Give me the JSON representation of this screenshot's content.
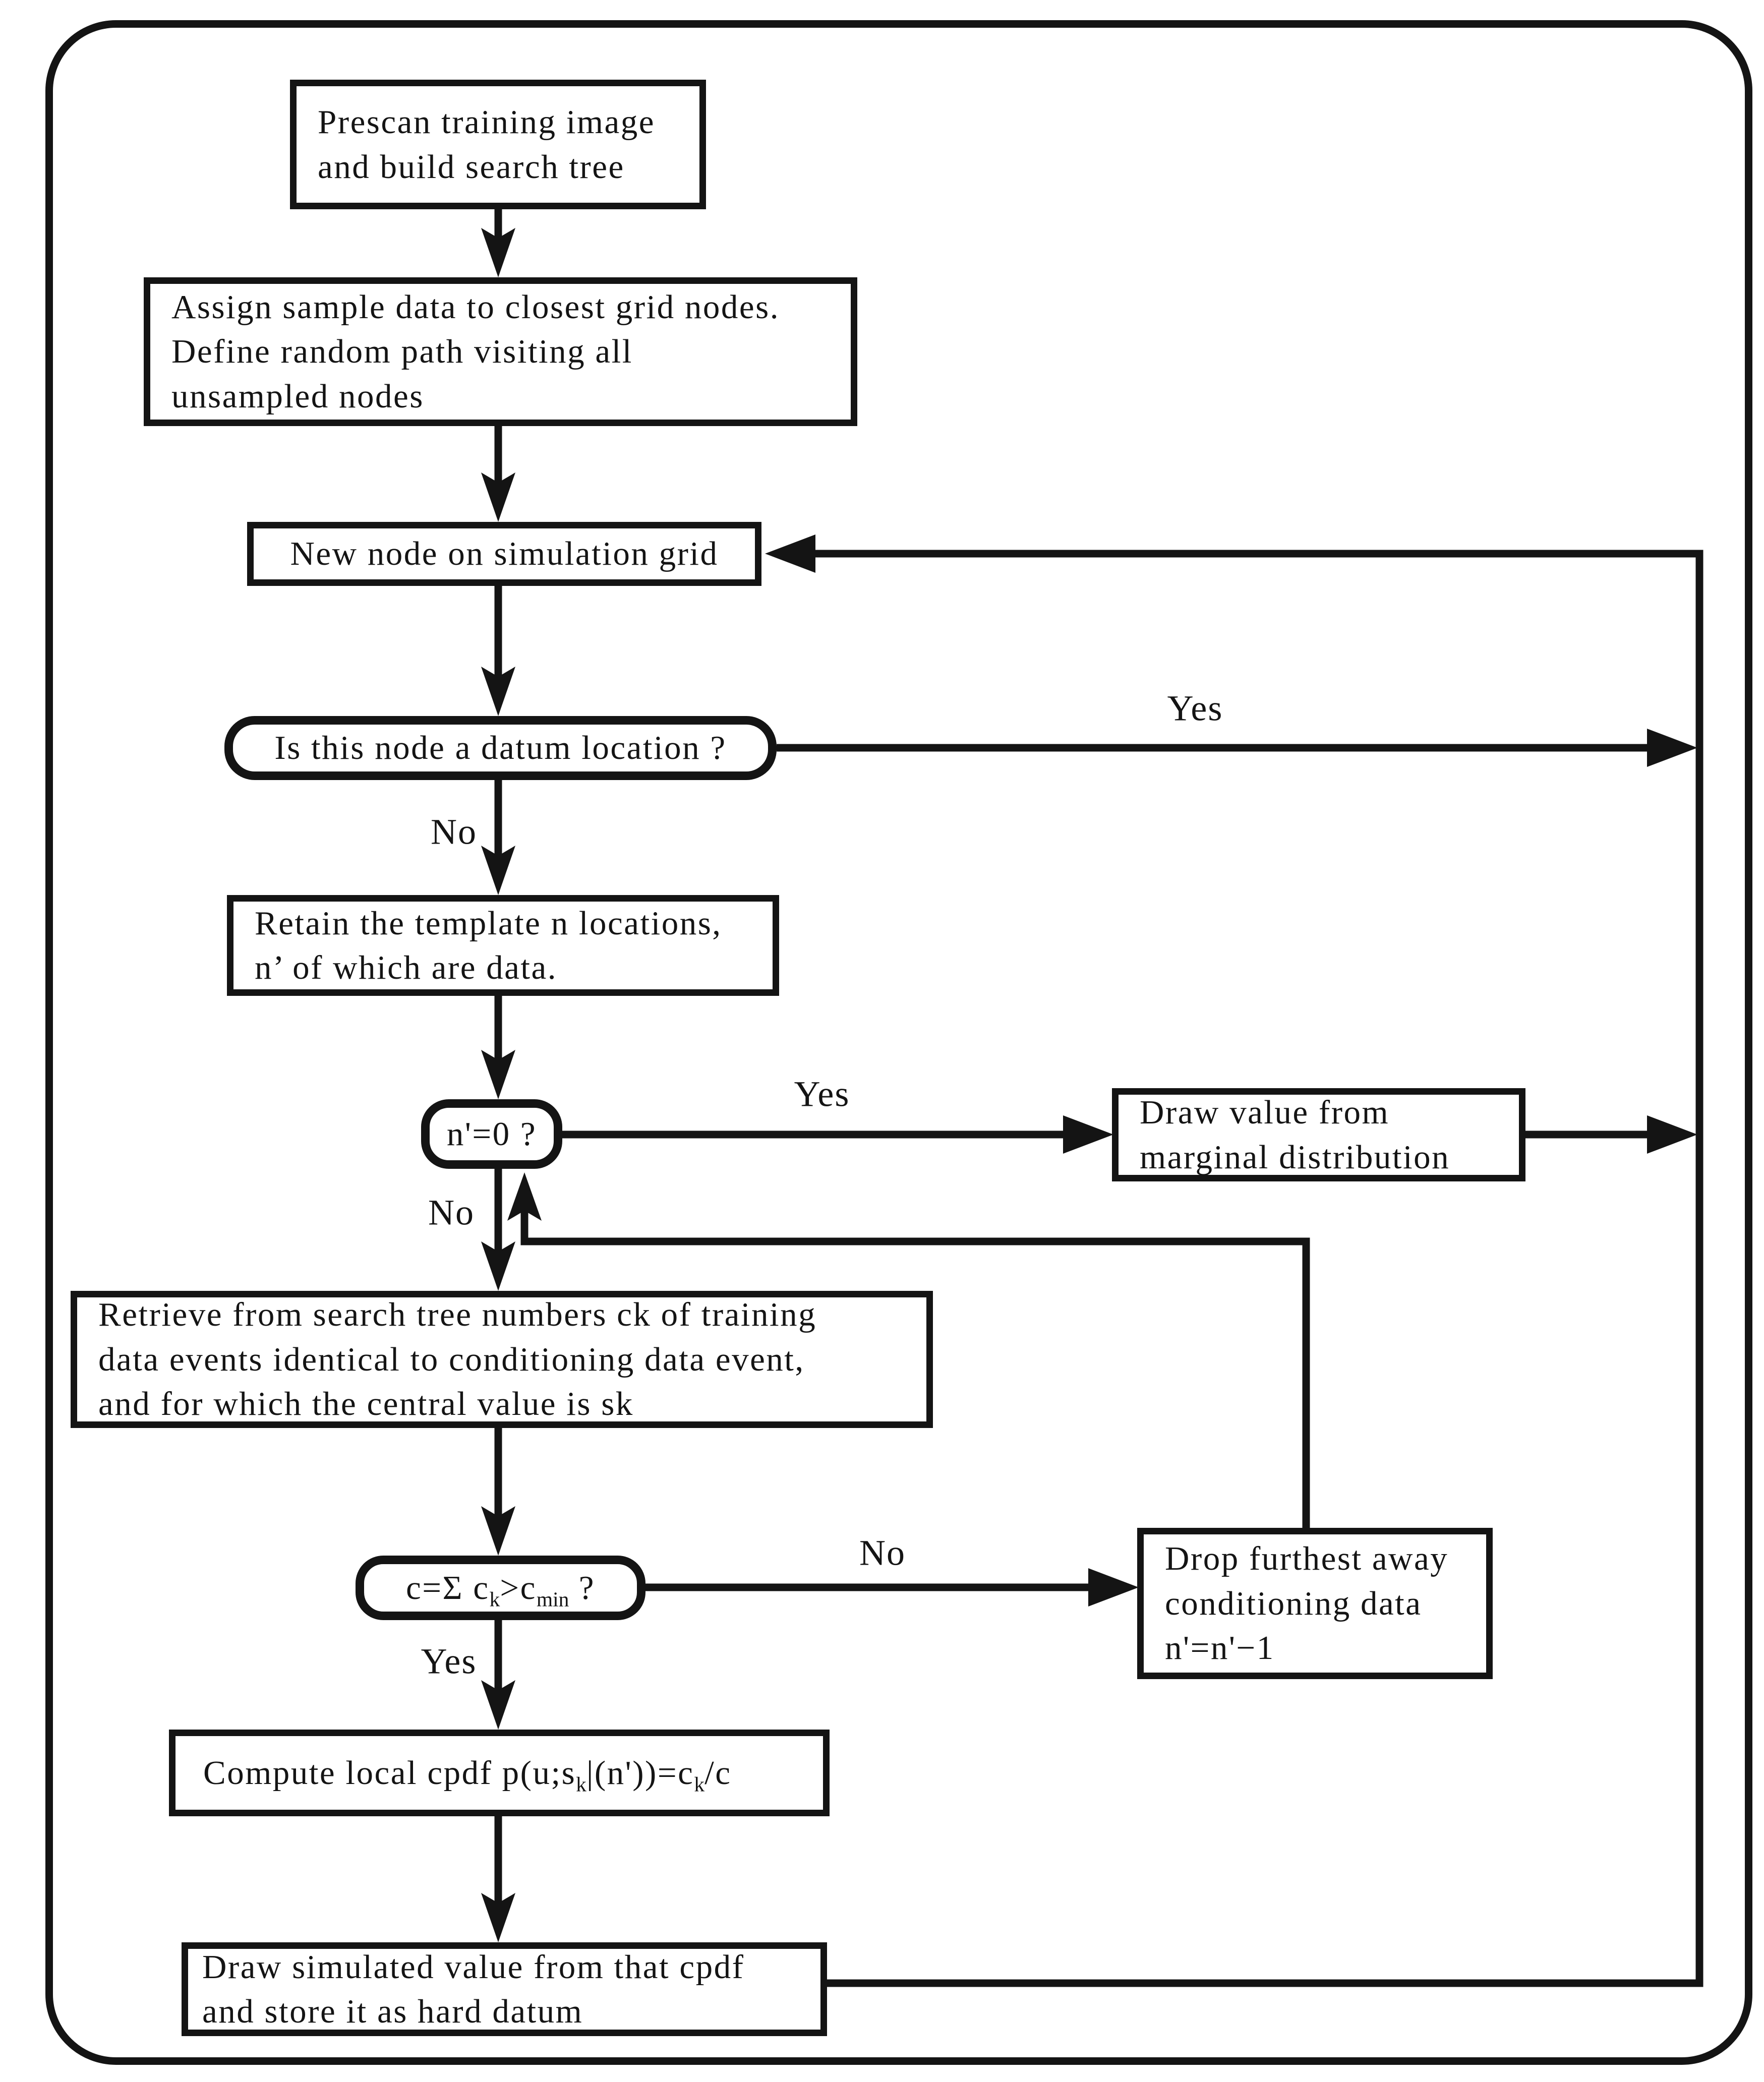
{
  "figure": {
    "type": "flowchart",
    "topic": "Sequential simulation with search tree (SNESIM-style) algorithm"
  },
  "nodes": {
    "prescan": {
      "lines": [
        "Prescan  training image",
        "and build search tree"
      ]
    },
    "assign": {
      "lines": [
        "Assign sample data to closest grid nodes.",
        "Define random path visiting all",
        "unsampled nodes"
      ]
    },
    "new_node": {
      "label": "New node on simulation grid"
    },
    "datum_check": {
      "label": "Is this node a datum location ?"
    },
    "retain": {
      "lines": [
        "Retain the template n locations,",
        "n’ of which are data."
      ]
    },
    "n_zero_check": {
      "label": "n'=0 ?"
    },
    "marginal": {
      "lines": [
        "Draw value from",
        "marginal distribution"
      ]
    },
    "retrieve": {
      "lines": [
        "Retrieve from search tree numbers ck of training",
        "data events identical to conditioning data event,",
        "and for which the central value is sk"
      ]
    },
    "cmin_check": {
      "seg": [
        "c=Σ c",
        "k",
        ">c",
        "min",
        " ?"
      ]
    },
    "drop": {
      "lines": [
        "Drop furthest away",
        "conditioning data",
        "n'=n'−1"
      ]
    },
    "compute": {
      "seg": [
        "Compute local cpdf p(u;s",
        "k",
        "|(n'))=c",
        "k",
        "/c"
      ]
    },
    "draw_store": {
      "lines": [
        "Draw simulated value from that cpdf",
        "and store it as hard datum"
      ]
    }
  },
  "edge_labels": {
    "datum_yes": "Yes",
    "datum_no": "No",
    "nzero_yes": "Yes",
    "nzero_no": "No",
    "cmin_no": "No",
    "cmin_yes": "Yes"
  },
  "colors": {
    "ink": "#141414",
    "background": "#ffffff"
  }
}
